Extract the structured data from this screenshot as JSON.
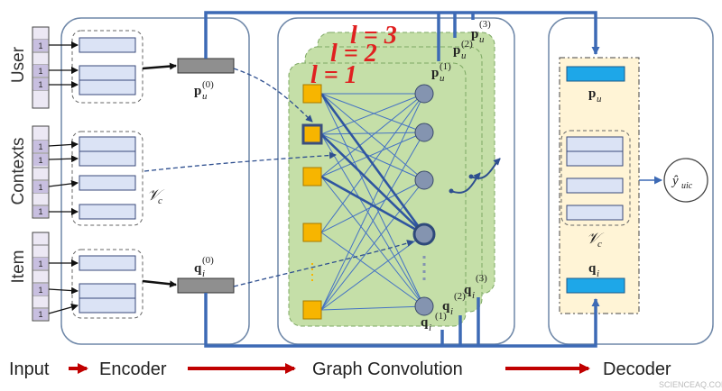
{
  "side_labels": {
    "user": "User",
    "contexts": "Contexts",
    "item": "Item"
  },
  "one_hot_value": "1",
  "context_set": "𝒱",
  "context_sub": "c",
  "encoder_user": {
    "symbol": "p",
    "sub": "u",
    "sup": "(0)"
  },
  "encoder_item": {
    "symbol": "q",
    "sub": "i",
    "sup": "(0)"
  },
  "layers": [
    "l = 1",
    "l = 2",
    "l = 3"
  ],
  "user_layer_labels": [
    {
      "symbol": "p",
      "sub": "u",
      "sup": "(1)"
    },
    {
      "symbol": "p",
      "sub": "u",
      "sup": "(2)"
    },
    {
      "symbol": "p",
      "sub": "u",
      "sup": "(3)"
    }
  ],
  "item_layer_labels": [
    {
      "symbol": "q",
      "sub": "i",
      "sup": "(1)"
    },
    {
      "symbol": "q",
      "sub": "i",
      "sup": "(2)"
    },
    {
      "symbol": "q",
      "sub": "i",
      "sup": "(3)"
    }
  ],
  "decoder_user": {
    "symbol": "p",
    "sub": "u"
  },
  "decoder_item": {
    "symbol": "q",
    "sub": "i"
  },
  "output": {
    "symbol": "ŷ",
    "sub": "uic"
  },
  "pipeline": [
    "Input",
    "Encoder",
    "Graph Convolution",
    "Decoder"
  ],
  "watermark": "SCIENCEAQ.COM",
  "colors": {
    "panel_border": "#6e87a8",
    "embed_fill": "#dbe3f5",
    "embed_border": "#3a4a7a",
    "graph_green": "#c5dfa8",
    "node_orange": "#f7b500",
    "node_blue": "#8494b0",
    "line_blue": "#4472c4",
    "thick_blue": "#3d6ab5",
    "decoder_bg": "#fff4d6",
    "decoder_bar": "#1ea7e8",
    "arrow_red": "#c00000"
  }
}
